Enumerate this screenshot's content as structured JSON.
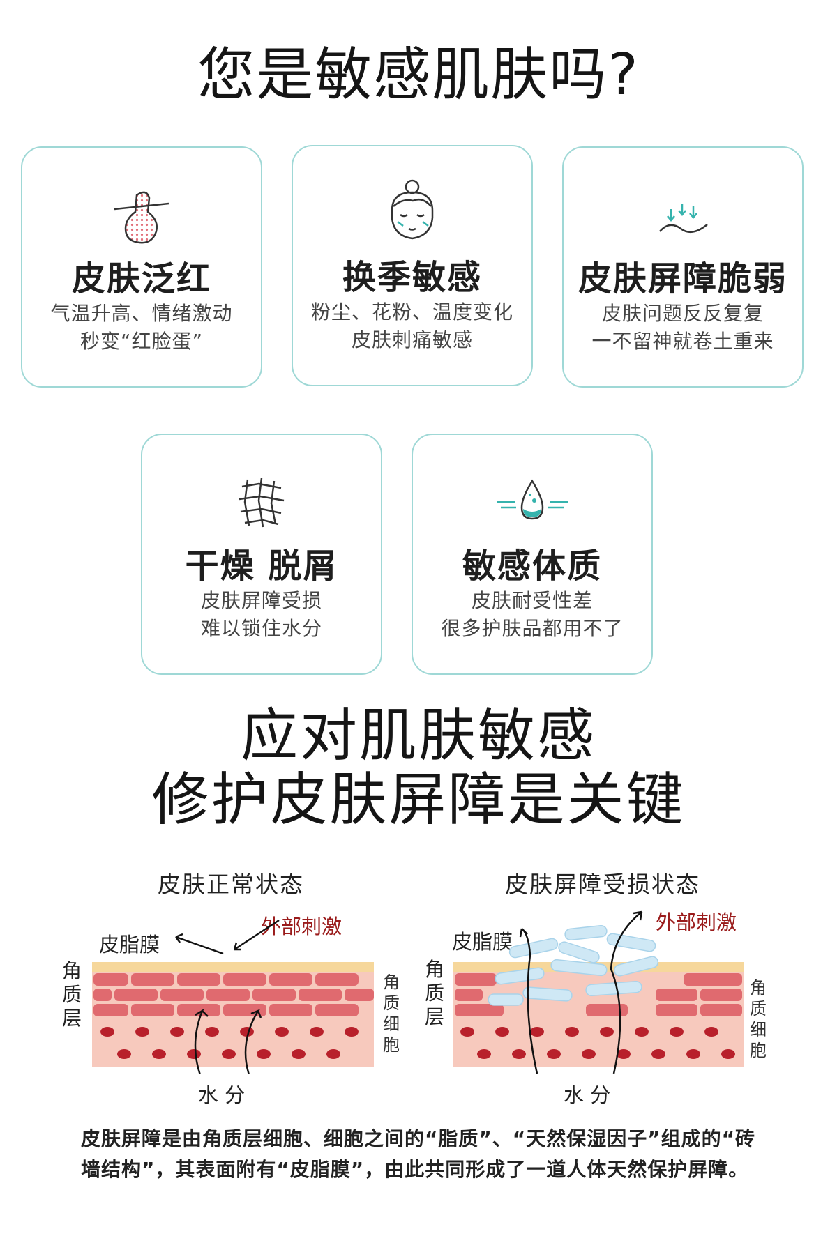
{
  "title": "您是敏感肌肤吗?",
  "cards": [
    {
      "icon": "skin-redness-icon",
      "title": "皮肤泛红",
      "line1": "气温升高、情绪激动",
      "line2": "秒变“红脸蛋”"
    },
    {
      "icon": "face-icon",
      "title": "换季敏感",
      "line1": "粉尘、花粉、温度变化",
      "line2": "皮肤刺痛敏感"
    },
    {
      "icon": "fragile-barrier-icon",
      "title": "皮肤屏障脆弱",
      "line1": "皮肤问题反反复复",
      "line2": "一不留神就卷土重来"
    },
    {
      "icon": "dry-flaking-icon",
      "title": "干燥 脱屑",
      "line1": "皮肤屏障受损",
      "line2": "难以锁住水分"
    },
    {
      "icon": "water-drop-icon",
      "title": "敏感体质",
      "line1": "皮肤耐受性差",
      "line2": "很多护肤品都用不了"
    }
  ],
  "headline": {
    "line1": "应对肌肤敏感",
    "line2": "修护皮肤屏障是关键"
  },
  "diagrams": [
    {
      "title": "皮肤正常状态",
      "sebum": "皮脂膜",
      "stimulus": "外部刺激",
      "layer": "角质层",
      "cells": "角质细胞",
      "water": "水 分"
    },
    {
      "title": "皮肤屏障受损状态",
      "sebum": "皮脂膜",
      "stimulus": "外部刺激",
      "layer": "角质层",
      "cells": "角质细胞",
      "water": "水 分"
    }
  ],
  "paragraph": "皮肤屏障是由角质层细胞、细胞之间的“脂质”、“天然保湿因子”组成的“砖墙结构”，其表面附有“皮脂膜”，由此共同形成了一道人体天然保护屏障。",
  "colors": {
    "card_border": "#9fd8d6",
    "accent_teal": "#35b3ad",
    "stimulus_red": "#9a1b1b",
    "brick": "#e06a6f",
    "cell_bg": "#f7c9bd"
  }
}
